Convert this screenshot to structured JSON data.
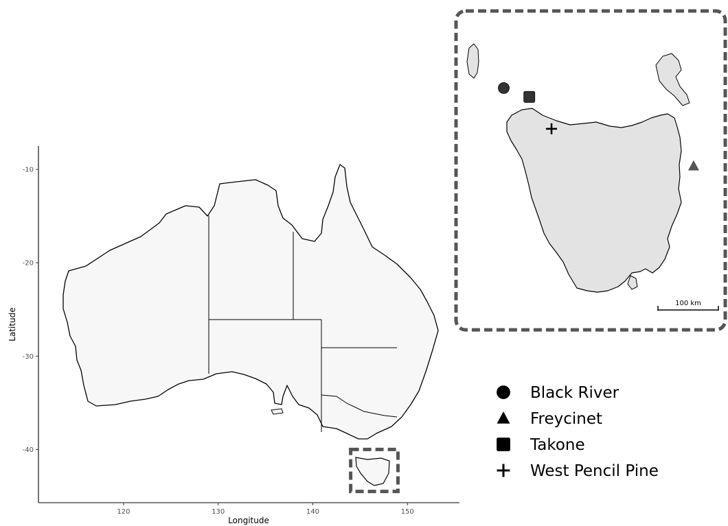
{
  "map": {
    "x_axis_title": "Longitude",
    "y_axis_title": "Latitude",
    "x_ticks": [
      {
        "value": 120,
        "label": "120"
      },
      {
        "value": 130,
        "label": "130"
      },
      {
        "value": 140,
        "label": "140"
      },
      {
        "value": 150,
        "label": "150"
      }
    ],
    "y_ticks": [
      {
        "value": -10,
        "label": "-10"
      },
      {
        "value": -20,
        "label": "-20"
      },
      {
        "value": -30,
        "label": "-30"
      },
      {
        "value": -40,
        "label": "-40"
      }
    ],
    "xlim": [
      111,
      155.5
    ],
    "ylim": [
      -45.7,
      -7.5
    ],
    "land_color": "#f7f7f7",
    "inset_box_color": "#555555",
    "inset_extent": {
      "lon": [
        144,
        149
      ],
      "lat": [
        -44.5,
        -40
      ]
    }
  },
  "inset": {
    "land_color": "#e3e3e3",
    "scale_bar_label": "100 km"
  },
  "sites": [
    {
      "name": "Black River",
      "symbol": "circle",
      "lon": 144.86,
      "lat": -41.07,
      "color": "#333333"
    },
    {
      "name": "Freycinet",
      "symbol": "triangle",
      "lon": 148.28,
      "lat": -41.95,
      "color": "#555555"
    },
    {
      "name": "Takone",
      "symbol": "square",
      "lon": 145.32,
      "lat": -41.17,
      "color": "#333333"
    },
    {
      "name": "West Pencil Pine",
      "symbol": "plus",
      "lon": 145.72,
      "lat": -41.53,
      "color": "#000000"
    }
  ],
  "legend": {
    "items": [
      {
        "label": "Black River",
        "symbol": "circle"
      },
      {
        "label": "Freycinet",
        "symbol": "triangle"
      },
      {
        "label": "Takone",
        "symbol": "square"
      },
      {
        "label": "West Pencil Pine",
        "symbol": "plus"
      }
    ]
  }
}
